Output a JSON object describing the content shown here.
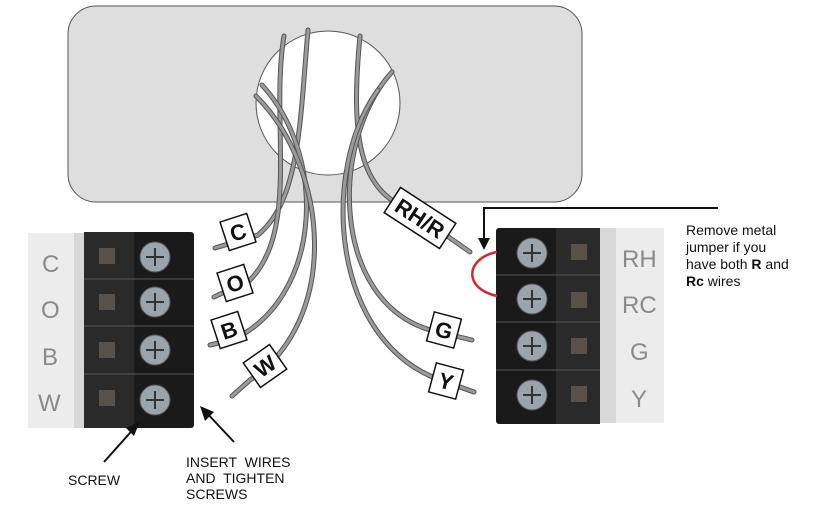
{
  "left_block": {
    "labels": [
      "C",
      "O",
      "B",
      "W"
    ]
  },
  "right_block": {
    "labels": [
      "RH",
      "RC",
      "G",
      "Y"
    ]
  },
  "wire_tags": [
    "C",
    "O",
    "B",
    "W",
    "RH/R",
    "G",
    "Y"
  ],
  "annotations": {
    "screw": "SCREW",
    "insert_line1": "INSERT  WIRES",
    "insert_line2": "AND  TIGHTEN",
    "insert_line3": "SCREWS"
  },
  "note": {
    "line1": "Remove metal",
    "line2": "jumper if you",
    "line3_prefix": "have both ",
    "line3_bold": "R",
    "line3_suffix": " and",
    "line4_bold": "Rc",
    "line4_suffix": " wires"
  },
  "colors": {
    "panel": "#dedede",
    "terminal_block": "#1a1a1a",
    "screw": "#9aa4ad",
    "wire": "#8f8f8f",
    "jumper": "#d9262b"
  }
}
